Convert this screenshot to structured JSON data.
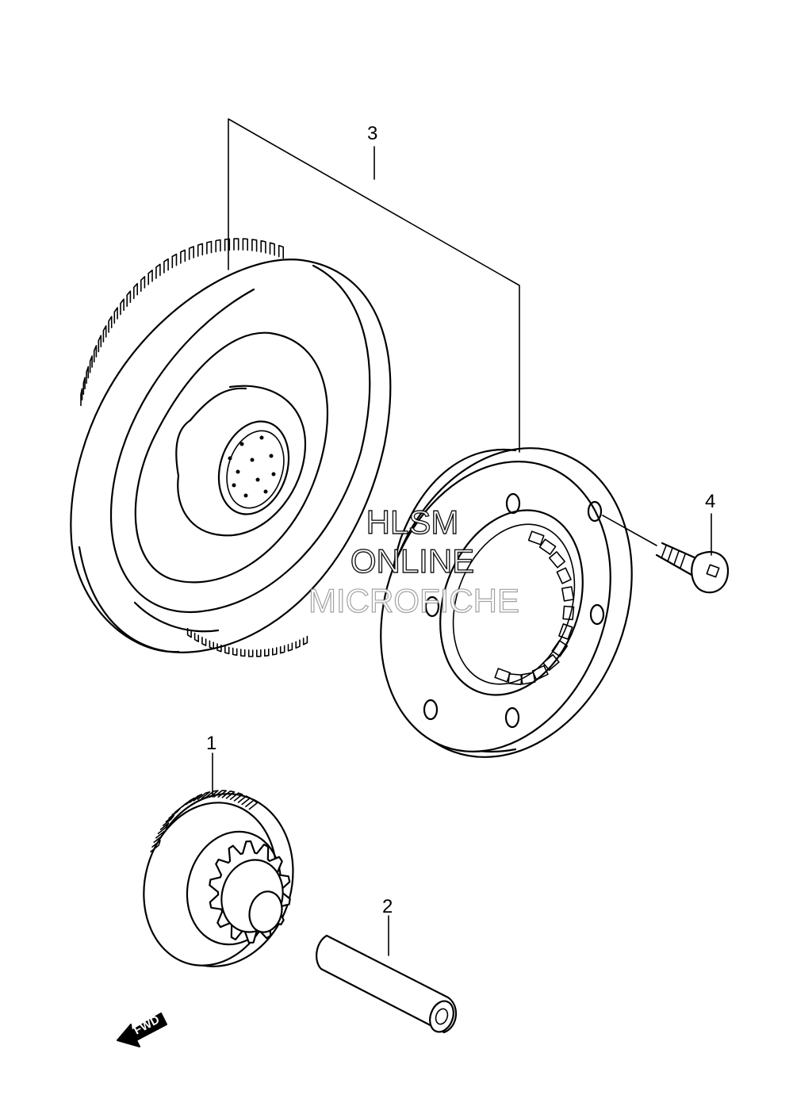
{
  "callouts": [
    {
      "id": "1",
      "label": "1"
    },
    {
      "id": "2",
      "label": "2"
    },
    {
      "id": "3",
      "label": "3"
    },
    {
      "id": "4",
      "label": "4"
    }
  ],
  "watermark": {
    "line1": "HLSM",
    "line2": "ONLINE",
    "line3": "MICROFICHE"
  },
  "direction": {
    "label": "FWD",
    "icon": "fwd-arrow-icon"
  },
  "colors": {
    "line": "#000000",
    "background": "#ffffff"
  }
}
